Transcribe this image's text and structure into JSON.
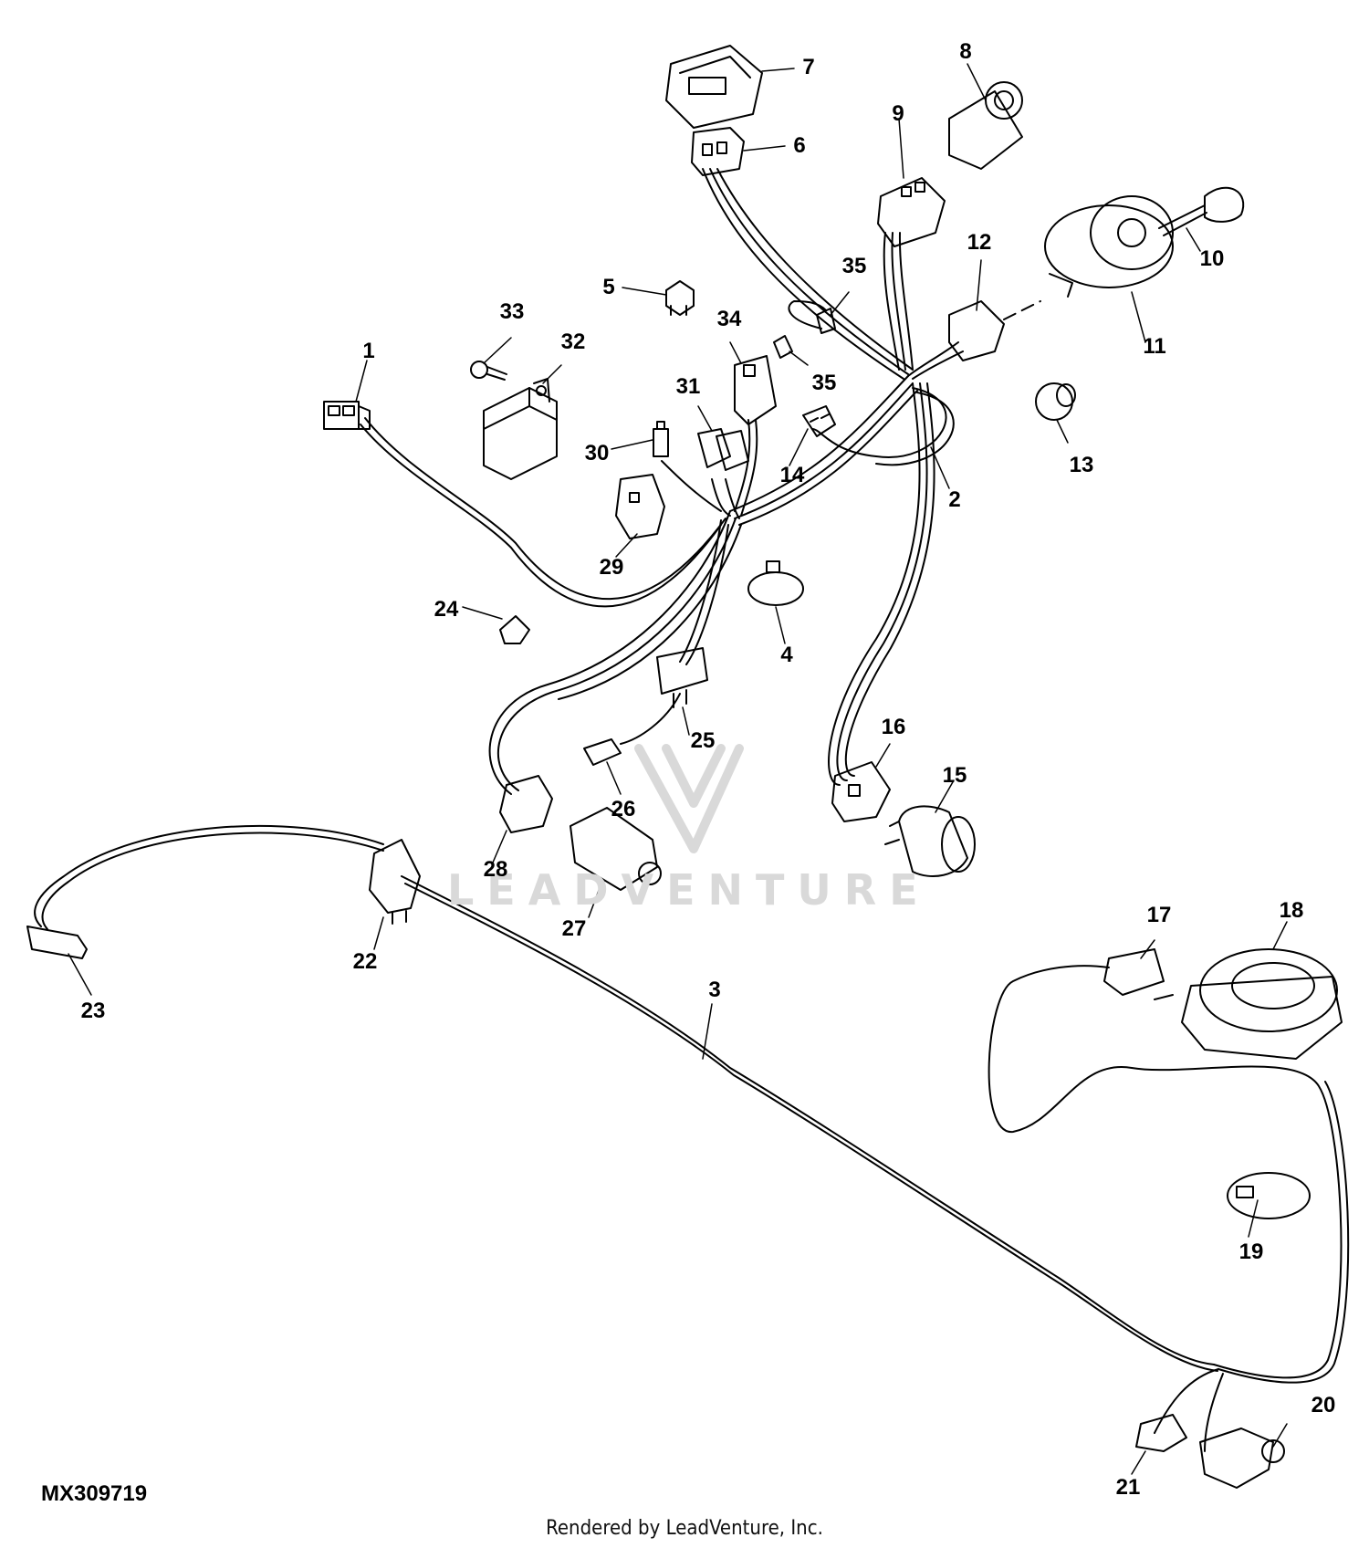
{
  "diagram": {
    "figure_id": "MX309719",
    "footer": "Rendered by LeadVenture, Inc.",
    "watermark": "LEADVENTURE",
    "callouts": [
      "1",
      "2",
      "3",
      "4",
      "5",
      "6",
      "7",
      "8",
      "9",
      "10",
      "11",
      "12",
      "13",
      "14",
      "15",
      "16",
      "17",
      "18",
      "19",
      "20",
      "21",
      "22",
      "23",
      "24",
      "25",
      "26",
      "27",
      "28",
      "29",
      "30",
      "31",
      "32",
      "33",
      "34",
      "35",
      "35"
    ]
  },
  "colors": {
    "line": "#000000",
    "watermark": "#d9d9d9"
  }
}
